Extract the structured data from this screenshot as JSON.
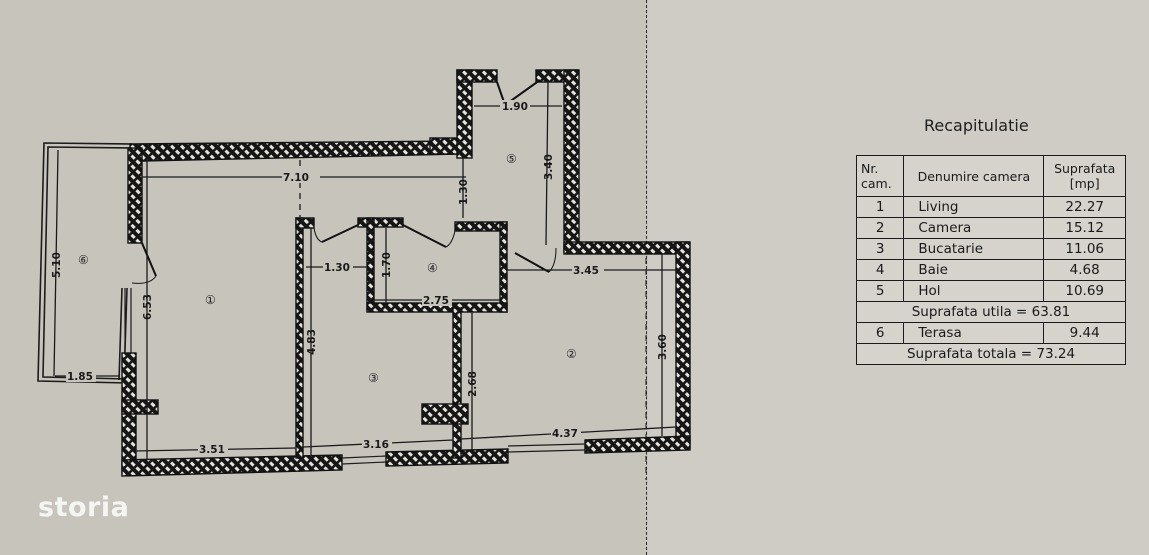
{
  "floor_plan": {
    "rooms": [
      {
        "number": "1",
        "symbol": "①"
      },
      {
        "number": "2",
        "symbol": "②"
      },
      {
        "number": "3",
        "symbol": "③"
      },
      {
        "number": "4",
        "symbol": "④"
      },
      {
        "number": "5",
        "symbol": "⑤"
      },
      {
        "number": "6",
        "symbol": "⑥"
      }
    ],
    "dimensions": {
      "d_7_10": "7.10",
      "d_1_90": "1.90",
      "d_3_40": "3.40",
      "d_1_30_v": "1.30",
      "d_1_30_h": "1.30",
      "d_1_70": "1.70",
      "d_2_75": "2.75",
      "d_3_45": "3.45",
      "d_5_10": "5.10",
      "d_6_53": "6.53",
      "d_1_85": "1.85",
      "d_4_83": "4.83",
      "d_2_68": "2.68",
      "d_3_60": "3.60",
      "d_3_51": "3.51",
      "d_3_16": "3.16",
      "d_4_37": "4.37"
    }
  },
  "recap": {
    "title": "Recapitulatie",
    "headers": {
      "nr": "Nr. cam.",
      "name": "Denumire camera",
      "area": "Suprafata [mp]"
    },
    "rows": [
      {
        "nr": "1",
        "name": "Living",
        "area": "22.27"
      },
      {
        "nr": "2",
        "name": "Camera",
        "area": "15.12"
      },
      {
        "nr": "3",
        "name": "Bucatarie",
        "area": "11.06"
      },
      {
        "nr": "4",
        "name": "Baie",
        "area": "4.68"
      },
      {
        "nr": "5",
        "name": "Hol",
        "area": "10.69"
      }
    ],
    "useful_area": "Suprafata utila = 63.81",
    "terrace": {
      "nr": "6",
      "name": "Terasa",
      "area": "9.44"
    },
    "total_area": "Suprafata totala = 73.24"
  },
  "watermark": {
    "logo_text": "storia"
  }
}
